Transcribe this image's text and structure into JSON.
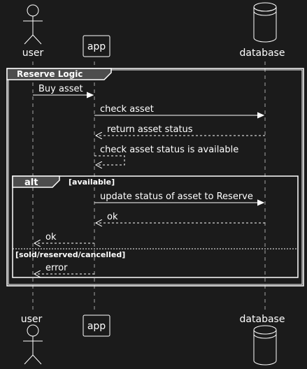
{
  "participants": {
    "user": "user",
    "app": "app",
    "database": "database"
  },
  "groups": {
    "reserve": {
      "keyword": "Reserve Logic"
    },
    "alt": {
      "keyword": "alt",
      "guard_primary": "[available]",
      "guard_else": "[sold/reserved/cancelled]"
    }
  },
  "messages": [
    {
      "from": "user",
      "to": "app",
      "label": "Buy asset",
      "style": "solid"
    },
    {
      "from": "app",
      "to": "database",
      "label": "check asset",
      "style": "solid"
    },
    {
      "from": "database",
      "to": "app",
      "label": "return asset status",
      "style": "dashed"
    },
    {
      "from": "app",
      "to": "app",
      "label": "check asset status is available",
      "style": "dashed"
    },
    {
      "from": "app",
      "to": "database",
      "label": "update status of asset to Reserve",
      "style": "solid"
    },
    {
      "from": "database",
      "to": "app",
      "label": "ok",
      "style": "dashed"
    },
    {
      "from": "app",
      "to": "user",
      "label": "ok",
      "style": "dashed"
    },
    {
      "from": "app",
      "to": "user",
      "label": "error",
      "style": "dashed"
    }
  ],
  "colors": {
    "background": "#1b1b1b",
    "foreground": "#ffffff",
    "box_fill": "#1b1b1b",
    "group_header": "#4d4d4d"
  }
}
